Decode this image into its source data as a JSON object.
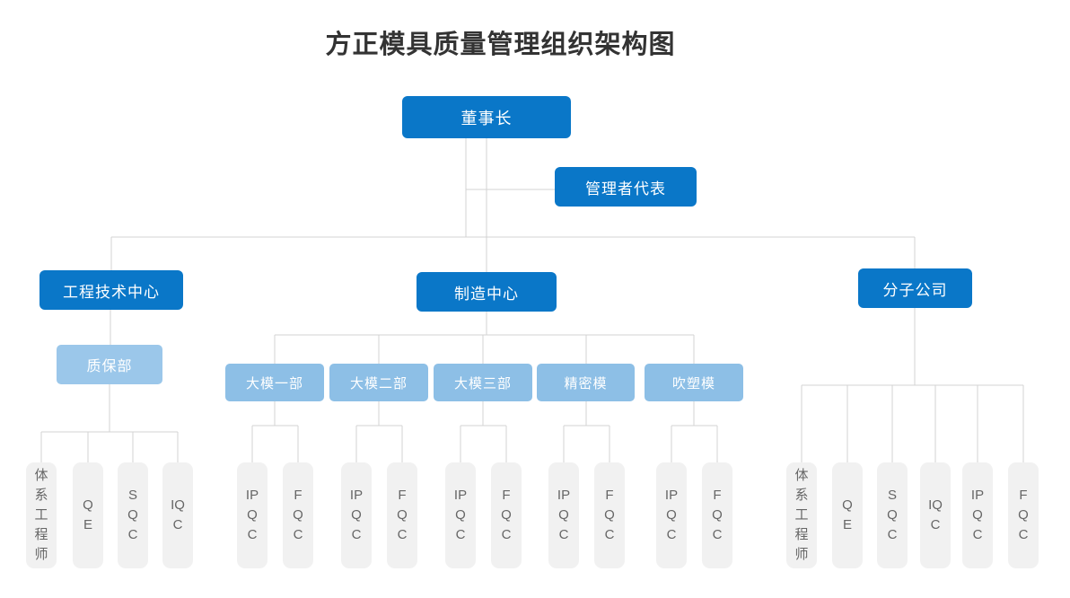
{
  "title": "方正模具质量管理组织架构图",
  "colors": {
    "primary_blue": "#0a77c8",
    "light_blue": "#8dbfe6",
    "qa_blue": "#9bc7ea",
    "gray_box": "#f1f1f1",
    "connector_line": "#d3d3d3",
    "title_text": "#333333",
    "gray_text": "#666666"
  },
  "org": {
    "chairman": "董事长",
    "management_rep": "管理者代表",
    "engineering_center": "工程技术中心",
    "manufacturing_center": "制造中心",
    "subsidiary": "分子公司",
    "qa_dept": "质保部",
    "mfg_depts": [
      "大模一部",
      "大模二部",
      "大模三部",
      "精密模",
      "吹塑模"
    ],
    "qa_children": [
      "体系工程师",
      "QE",
      "SQC",
      "IQC"
    ],
    "d1_children": [
      "IPQC",
      "FQC"
    ],
    "d2_children": [
      "IPQC",
      "FQC"
    ],
    "d3_children": [
      "IPQC",
      "FQC"
    ],
    "d4_children": [
      "IPQC",
      "FQC"
    ],
    "d5_children": [
      "IPQC",
      "FQC"
    ],
    "subsidiary_children": [
      "体系工程师",
      "QE",
      "SQC",
      "IQC",
      "IPQC",
      "FQC"
    ]
  }
}
